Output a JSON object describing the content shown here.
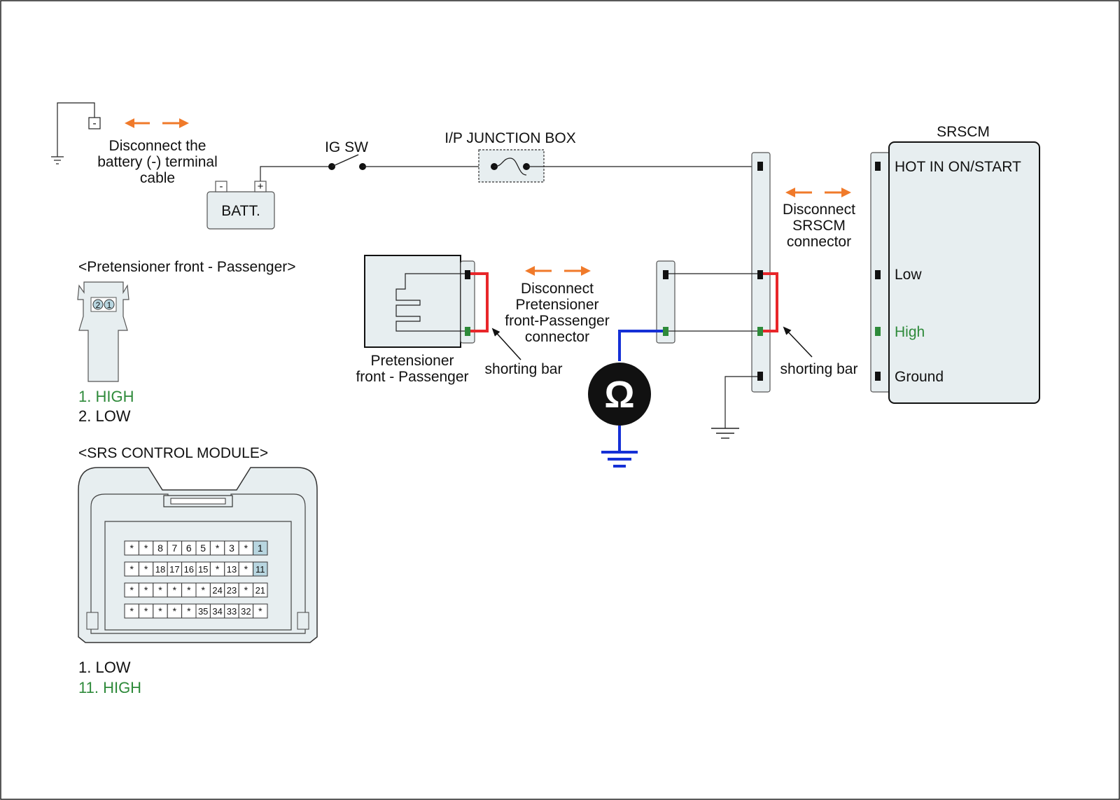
{
  "colors": {
    "high_green": "#2e8a3a",
    "shorting_red": "#e8262a",
    "meter_blue": "#1530d6",
    "disconnect_orange": "#f07a2a",
    "connector_fill": "#e7eef0",
    "connector_border": "#555555",
    "pin_highlight": "#b8d6e0"
  },
  "icons": {
    "ohmmeter": "omega-circle",
    "ground": "ground-symbol",
    "fuse": "fuse-symbol",
    "disconnect": "double-arrow"
  },
  "battery_disconnect": {
    "terminal": "-",
    "lines": [
      "Disconnect the",
      "battery (-) terminal",
      "cable"
    ]
  },
  "battery": {
    "label": "BATT.",
    "neg": "-",
    "pos": "+"
  },
  "ig_switch": {
    "label": "IG SW"
  },
  "junction_box": {
    "label": "I/P JUNCTION BOX"
  },
  "srscm": {
    "title": "SRSCM",
    "pins": [
      "HOT IN ON/START",
      "Low",
      "High",
      "Ground"
    ]
  },
  "srscm_disconnect": {
    "lines": [
      "Disconnect",
      "SRSCM",
      "connector"
    ]
  },
  "pretensioner_disconnect": {
    "lines": [
      "Disconnect",
      "Pretensioner",
      "front-Passenger",
      "connector"
    ]
  },
  "pretensioner": {
    "lines": [
      "Pretensioner",
      "front - Passenger"
    ]
  },
  "shorting_bar": {
    "left": "shorting bar",
    "right": "shorting bar"
  },
  "ohmmeter_symbol": "Ω",
  "pretensioner_connector": {
    "title": "<Pretensioner front - Passenger>",
    "pin_labels": [
      "2",
      "1"
    ],
    "legend": [
      {
        "text": "1. HIGH",
        "high": true
      },
      {
        "text": "2. LOW",
        "high": false
      }
    ]
  },
  "srs_module": {
    "title": "<SRS CONTROL MODULE>",
    "rows": [
      [
        "*",
        "*",
        "8",
        "7",
        "6",
        "5",
        "*",
        "3",
        "*",
        "1"
      ],
      [
        "*",
        "*",
        "18",
        "17",
        "16",
        "15",
        "*",
        "13",
        "*",
        "11"
      ],
      [
        "*",
        "*",
        "*",
        "*",
        "*",
        "*",
        "24",
        "23",
        "*",
        "21"
      ],
      [
        "*",
        "*",
        "*",
        "*",
        "*",
        "35",
        "34",
        "33",
        "32",
        "*"
      ]
    ],
    "highlighted": [
      "1",
      "11"
    ],
    "legend": [
      {
        "text": "1. LOW",
        "high": false
      },
      {
        "text": "11. HIGH",
        "high": true
      }
    ]
  }
}
